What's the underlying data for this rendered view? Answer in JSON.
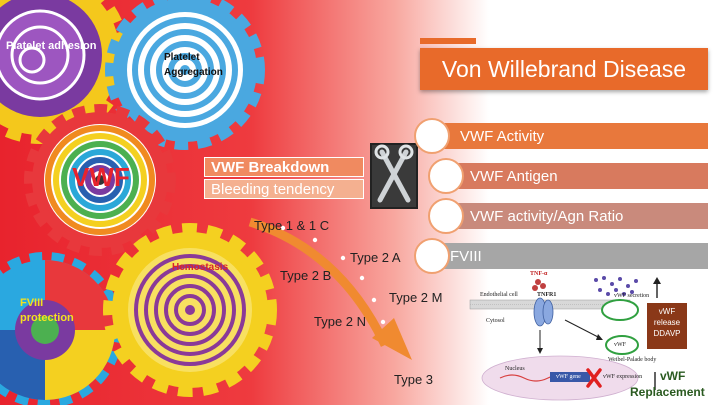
{
  "title": "Von Willebrand Disease",
  "gears": {
    "platelet_adhesion": "Platelet adhesion",
    "platelet_aggregation_line1": "Platelet",
    "platelet_aggregation_line2": "Aggregation",
    "vwf": "VWF",
    "hemostasis": "Hemostasis",
    "fviii_protection_line1": "FVIII",
    "fviii_protection_line2": "protection"
  },
  "center": {
    "breakdown": "VWF Breakdown",
    "bleeding": "Bleeding tendency"
  },
  "bars": [
    {
      "label": "VWF Activity",
      "color": "#e8783c"
    },
    {
      "label": "VWF Antigen",
      "color": "#d87a5e"
    },
    {
      "label": "VWF activity/Agn Ratio",
      "color": "#c98a7c"
    },
    {
      "label": "FVIII",
      "color": "#a6a6a6"
    }
  ],
  "types": {
    "t1": "Type 1 & 1 C",
    "t2a": "Type 2 A",
    "t2b": "Type 2 B",
    "t2m": "Type 2 M",
    "t2n": "Type 2 N",
    "t3": "Type 3"
  },
  "figure": {
    "tnf": "TNF-α",
    "tnfr1": "TNFR1",
    "endothelial": "Endothelial cell",
    "cytosol": "Cytosol",
    "nucleus": "Nucleus",
    "vwf_gene": "vWF gene",
    "vwf_expression": "vWF expression",
    "vwf_secretion": "vWF secretion",
    "vwf_small": "vWF",
    "weibel": "Weibel-Palade body",
    "release_line1": "vWF",
    "release_line2": "release",
    "release_line3": "DDAVP",
    "replacement_line1": "vWF",
    "replacement_line2": "Replacement"
  },
  "colors": {
    "accent": "#e86a2a",
    "gear_red": "#e8383c",
    "gear_yellow": "#f4d020",
    "gear_blue": "#4aa8e0",
    "gear_orange": "#f08a20",
    "gear_purple": "#7a3aa0"
  }
}
